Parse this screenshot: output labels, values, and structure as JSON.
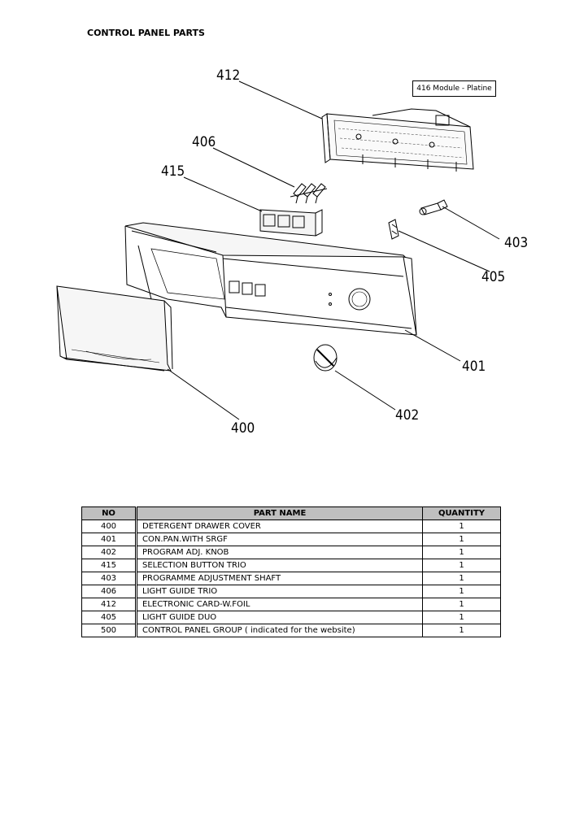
{
  "title": "CONTROL PANEL PARTS",
  "module_label": "416 Module - Platine",
  "callouts": {
    "c412": "412",
    "c406": "406",
    "c415": "415",
    "c403": "403",
    "c405": "405",
    "c401": "401",
    "c402": "402",
    "c400": "400"
  },
  "table": {
    "headers": {
      "no": "NO",
      "name": "PART NAME",
      "qty": "QUANTITY"
    },
    "rows": [
      {
        "no": "400",
        "name": "DETERGENT DRAWER COVER",
        "qty": "1"
      },
      {
        "no": "401",
        "name": "CON.PAN.WITH SRGF",
        "qty": "1"
      },
      {
        "no": "402",
        "name": "PROGRAM ADJ. KNOB",
        "qty": "1"
      },
      {
        "no": "415",
        "name": "SELECTION BUTTON TRIO",
        "qty": "1"
      },
      {
        "no": "403",
        "name": "PROGRAMME ADJUSTMENT  SHAFT",
        "qty": "1"
      },
      {
        "no": "406",
        "name": "LIGHT GUIDE TRIO",
        "qty": "1"
      },
      {
        "no": "412",
        "name": "ELECTRONIC CARD-W.FOIL",
        "qty": "1"
      },
      {
        "no": "405",
        "name": "LIGHT GUIDE DUO",
        "qty": "1"
      },
      {
        "no": "500",
        "name": "CONTROL PANEL GROUP ( indicated for the website)",
        "qty": "1"
      }
    ]
  }
}
